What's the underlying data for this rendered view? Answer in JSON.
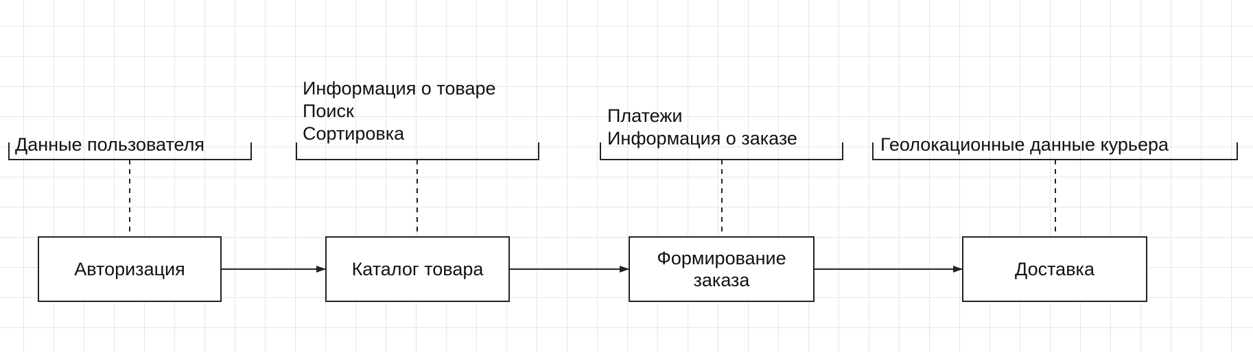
{
  "nodes": [
    {
      "label": "Авторизация",
      "notes": [
        "Данные пользователя"
      ]
    },
    {
      "label": "Каталог товара",
      "notes": [
        "Информация о товаре",
        "Поиск",
        "Сортировка"
      ]
    },
    {
      "label": "Формирование\nзаказа",
      "notes": [
        "Платежи",
        "Информация о заказе"
      ]
    },
    {
      "label": "Доставка",
      "notes": [
        "Геолокационные данные курьера"
      ]
    }
  ]
}
